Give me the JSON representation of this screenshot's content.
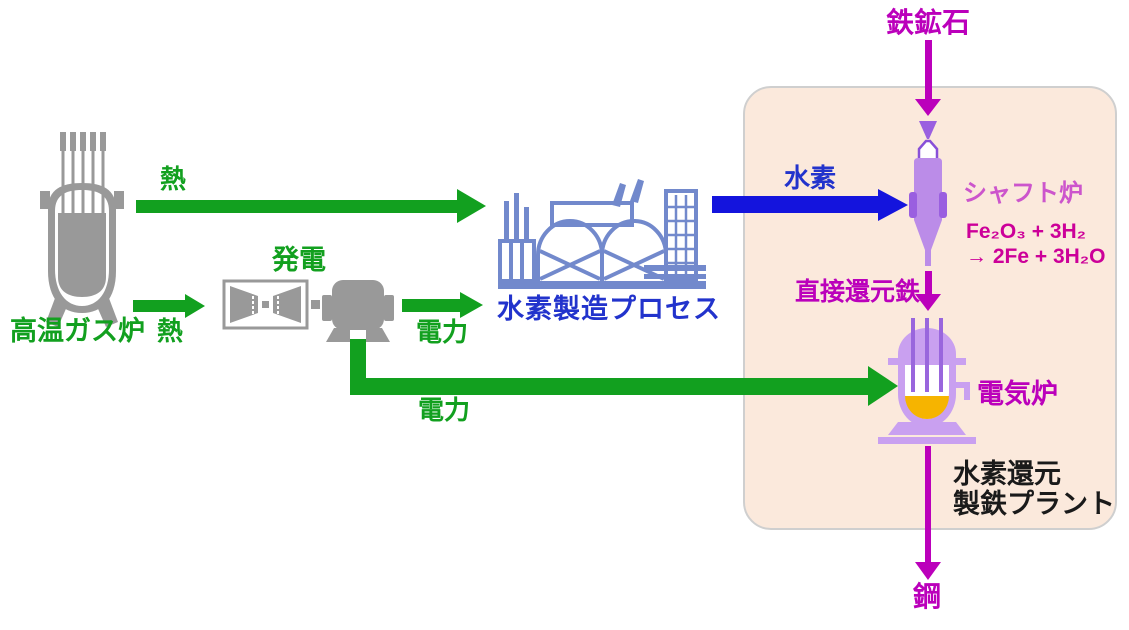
{
  "title": "水素還元製鉄プラント process diagram",
  "colors": {
    "green": "#12a01f",
    "gray": "#999999",
    "blue-arrow": "#1414dd",
    "blue-text": "#2233cc",
    "factory-blue": "#7289cc",
    "magenta": "#bb00bb",
    "orchid": "#cc55cc",
    "equation-magenta": "#cc0099",
    "panel-bg": "#fbe9dc",
    "panel-border": "#cfcfcf",
    "furnace-light": "#c9a0f0",
    "furnace-mid": "#bb8ce8",
    "furnace-dark": "#9a5fe0",
    "molten-orange": "#f6b400",
    "text-black": "#1a1a1a"
  },
  "nodes": {
    "htgr": {
      "label": "高温ガス炉"
    },
    "power_generation": {
      "label": "発電"
    },
    "hydrogen_process": {
      "label": "水素製造プロセス"
    },
    "shaft_furnace": {
      "label": "シャフト炉",
      "equation_line1": "Fe₂O₃ + 3H₂",
      "equation_line2": "→ 2Fe + 3H₂O"
    },
    "electric_furnace": {
      "label": "電気炉"
    },
    "plant": {
      "label_line1": "水素還元",
      "label_line2": "製鉄プラント"
    }
  },
  "flows": {
    "heat_to_process": {
      "label": "熱"
    },
    "heat_to_turbine": {
      "label": "熱"
    },
    "power_to_process": {
      "label": "電力"
    },
    "power_to_furnace": {
      "label": "電力"
    },
    "hydrogen": {
      "label": "水素"
    },
    "iron_ore": {
      "label": "鉄鉱石"
    },
    "direct_reduced_iron": {
      "label": "直接還元鉄"
    },
    "steel": {
      "label": "鋼"
    }
  }
}
